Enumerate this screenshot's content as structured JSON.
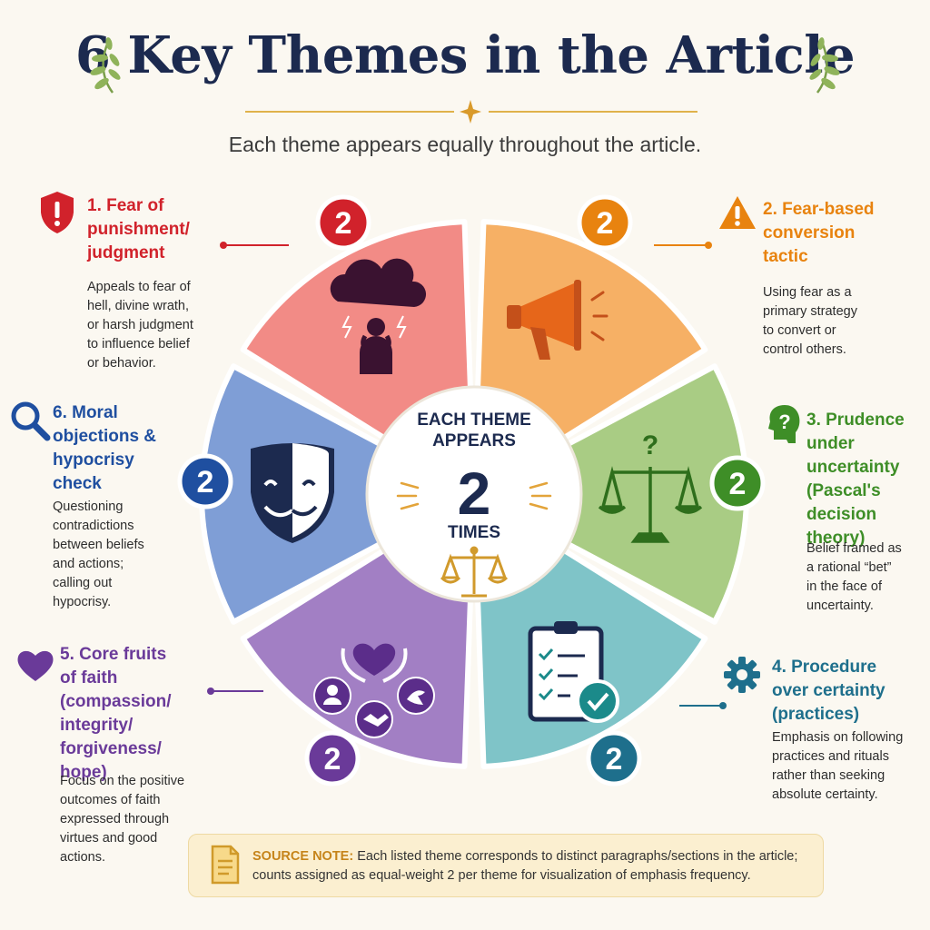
{
  "title": "6 Key Themes in the Article",
  "subtitle": "Each theme appears equally throughout the article.",
  "center": {
    "line1": "EACH THEME",
    "line2": "APPEARS",
    "count": "2",
    "line3": "TIMES"
  },
  "chart_data": {
    "type": "pie",
    "categories": [
      "Fear of punishment/judgment",
      "Fear-based conversion tactic",
      "Prudence under uncertainty (Pascal's decision theory)",
      "Procedure over certainty (practices)",
      "Core fruits of faith (compassion/integrity/forgiveness/hope)",
      "Moral objections & hypocrisy check"
    ],
    "values": [
      2,
      2,
      2,
      2,
      2,
      2
    ]
  },
  "themes": [
    {
      "number": "1.",
      "title_lines": [
        "1. Fear of",
        "punishment/",
        "judgment"
      ],
      "count": "2",
      "color": "#d1222b",
      "desc_lines": [
        "Appeals to fear of",
        "hell, divine wrath,",
        "or harsh judgment",
        "to influence belief",
        "or behavior."
      ],
      "icon": "warning-shield-icon"
    },
    {
      "number": "2.",
      "title_lines": [
        "2. Fear-based",
        "conversion",
        "tactic"
      ],
      "count": "2",
      "color": "#e8830f",
      "desc_lines": [
        "Using fear as a",
        "primary strategy",
        "to convert or",
        "control others."
      ],
      "icon": "warning-triangle-icon"
    },
    {
      "number": "3.",
      "title_lines": [
        "3. Prudence",
        "under",
        "uncertainty",
        "(Pascal's",
        "decision theory)"
      ],
      "count": "2",
      "color": "#3e8e27",
      "desc_lines": [
        "Belief framed as",
        "a rational “bet”",
        "in the face of",
        "uncertainty."
      ],
      "icon": "head-question-icon"
    },
    {
      "number": "4.",
      "title_lines": [
        "4. Procedure",
        "over certainty",
        "(practices)"
      ],
      "count": "2",
      "color": "#1e6f8c",
      "desc_lines": [
        "Emphasis on following",
        "practices and rituals",
        "rather than seeking",
        "absolute certainty."
      ],
      "icon": "gear-icon"
    },
    {
      "number": "5.",
      "title_lines": [
        "5. Core fruits",
        "of faith",
        "(compassion/",
        "integrity/",
        "forgiveness/",
        "hope)"
      ],
      "count": "2",
      "color": "#6a3a99",
      "desc_lines": [
        "Focus on the positive",
        "outcomes of faith",
        "expressed through",
        "virtues and good",
        "actions."
      ],
      "icon": "heart-icon"
    },
    {
      "number": "6.",
      "title_lines": [
        "6. Moral",
        "objections &",
        "hypocrisy",
        "check"
      ],
      "count": "2",
      "color": "#1f4fa0",
      "desc_lines": [
        "Questioning",
        "contradictions",
        "between beliefs",
        "and actions;",
        "calling out",
        "hypocrisy."
      ],
      "icon": "magnifier-icon"
    }
  ],
  "note": {
    "label": "SOURCE NOTE:",
    "text": "Each listed theme corresponds to distinct paragraphs/sections in the article; counts assigned as equal-weight 2 per theme for visualization of emphasis frequency."
  },
  "colors": {
    "segment1": "#f28b86",
    "segment2": "#f6b065",
    "segment3": "#a9cc84",
    "segment4": "#7fc4c8",
    "segment5": "#a27fc4",
    "segment6": "#7f9ed6"
  }
}
